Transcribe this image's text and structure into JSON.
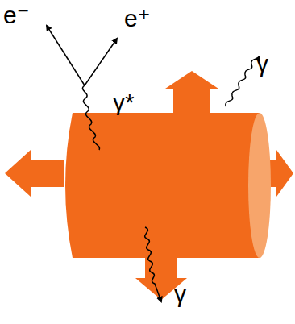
{
  "diagram": {
    "labels": [
      "e⁻",
      "e⁺",
      "γ*",
      "γ",
      "γ"
    ]
  }
}
